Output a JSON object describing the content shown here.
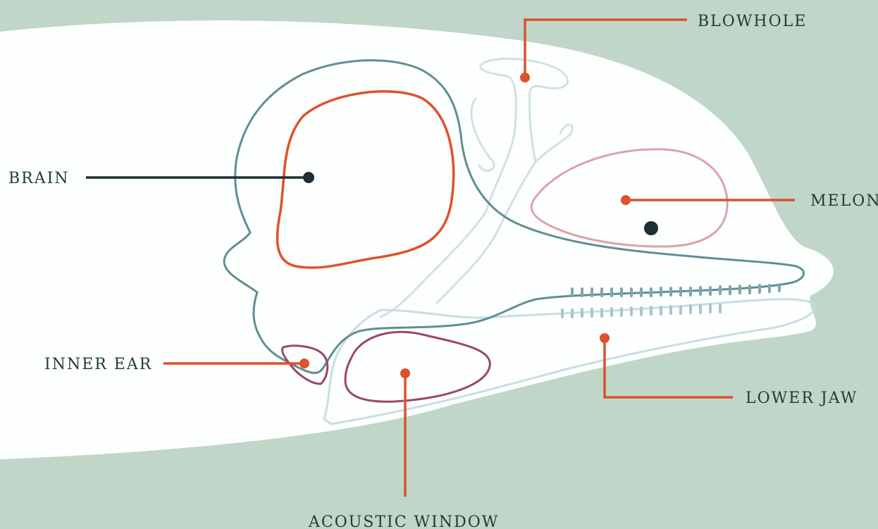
{
  "colors": {
    "background": "#bfd6c9",
    "head_fill": "#fdfefe",
    "skull_outline": "#5f8f92",
    "light_structures": "#cfe2e6",
    "brain": "#e0512c",
    "melon": "#dda2a8",
    "acoustic_window": "#9a4963",
    "inner_ear": "#9a4963",
    "teeth": "#7fa7aa",
    "pointer_orange": "#d9532c",
    "pointer_dark": "#1e2e33",
    "text": "#1f3b3a"
  },
  "labels": {
    "blowhole": "BLOWHOLE",
    "brain": "BRAIN",
    "melon": "MELON",
    "inner_ear": "INNER EAR",
    "lower_jaw": "LOWER JAW",
    "acoustic_window": "ACOUSTIC WINDOW"
  },
  "icons": {
    "eye": "eye-dot"
  }
}
